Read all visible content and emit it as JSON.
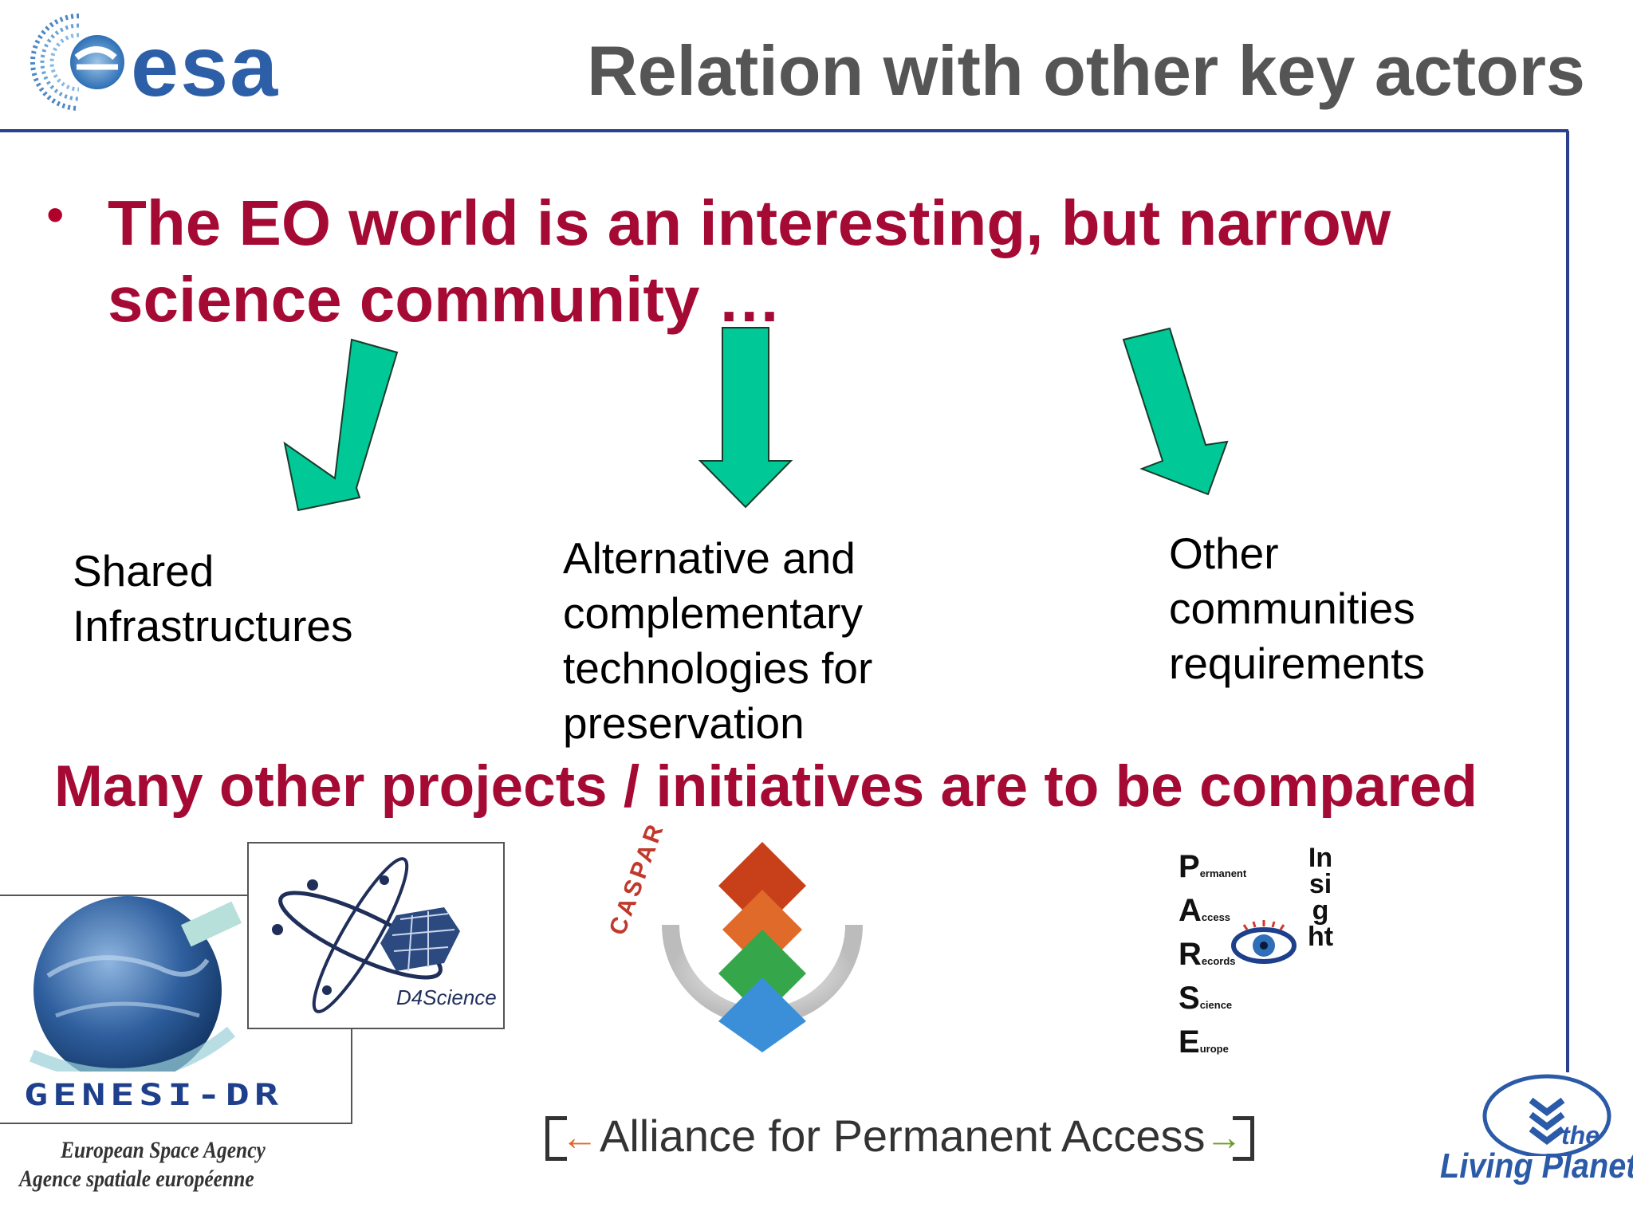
{
  "header": {
    "logo_text": "esa",
    "title": "Relation with other key actors"
  },
  "bullet": {
    "symbol": "•",
    "line1": "The EO world is an interesting, but narrow",
    "line2": "science community …"
  },
  "columns": [
    {
      "lines": [
        "Shared",
        "Infrastructures"
      ]
    },
    {
      "lines": [
        "Alternative and",
        "complementary",
        "technologies for",
        "preservation"
      ]
    },
    {
      "lines": [
        "Other",
        "communities",
        "requirements"
      ]
    }
  ],
  "subheading": "Many other projects / initiatives are to be compared",
  "logos": {
    "genesi": "GENESI-DR",
    "d4science": "D4Science",
    "caspar": "CASPAR",
    "parse": {
      "letters": [
        "P",
        "A",
        "R",
        "S",
        "E"
      ],
      "words": [
        "ermanent",
        "ccess",
        "ecords",
        "cience",
        "urope"
      ],
      "vertical": "Insight"
    },
    "apa": {
      "text": "Alliance for Permanent Access"
    },
    "esa_footer": {
      "line1": "European Space Agency",
      "line2": "Agence spatiale européenne"
    },
    "living_planet": {
      "the": "the",
      "text": "Living Planet"
    }
  },
  "colors": {
    "accent_red": "#a50a34",
    "arrow_green": "#00c896",
    "frame_blue": "#2b3f8c",
    "title_gray": "#555555"
  }
}
